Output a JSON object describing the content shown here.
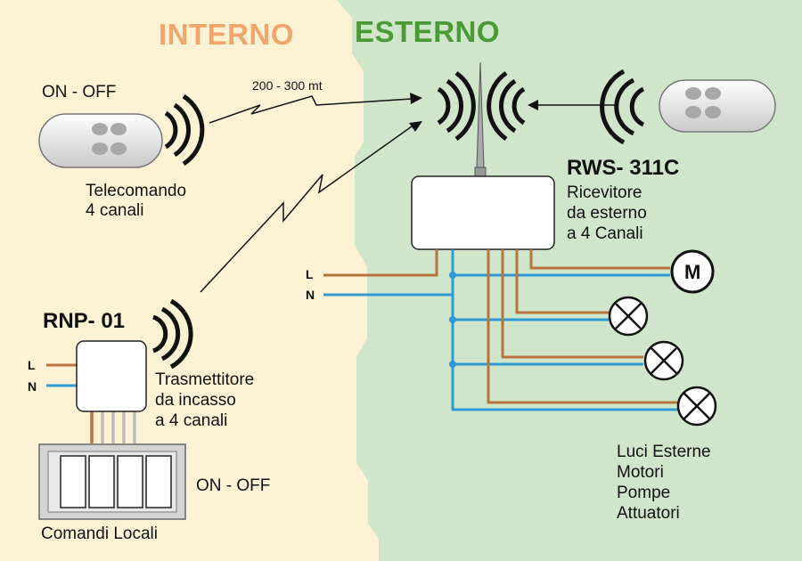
{
  "colors": {
    "indoor_bg": "#fdf3d4",
    "outdoor_bg": "#cfe6cb",
    "indoor_title": "#f0a56a",
    "outdoor_title": "#4a9a35",
    "live_wire": "#b8733f",
    "neutral_wire": "#2e99d4"
  },
  "zones": {
    "indoor_title": "INTERNO",
    "outdoor_title": "ESTERNO"
  },
  "remote": {
    "state_label": "ON - OFF",
    "caption_line1": "Telecomando",
    "caption_line2": "4 canali"
  },
  "link": {
    "range_label": "200 - 300 mt"
  },
  "receiver": {
    "model": "RWS- 311C",
    "caption_line1": "Ricevitore",
    "caption_line2": "da esterno",
    "caption_line3": "a 4 Canali",
    "line_label": "L",
    "neutral_label": "N",
    "motor_symbol": "M"
  },
  "transmitter": {
    "model": "RNP- 01",
    "caption_line1": "Trasmettitore",
    "caption_line2": "da incasso",
    "caption_line3": "a 4 canali",
    "line_label": "L",
    "neutral_label": "N"
  },
  "local_controls": {
    "state_label": "ON - OFF",
    "caption": "Comandi Locali"
  },
  "loads": {
    "line1": "Luci Esterne",
    "line2": "Motori",
    "line3": "Pompe",
    "line4": "Attuatori"
  }
}
